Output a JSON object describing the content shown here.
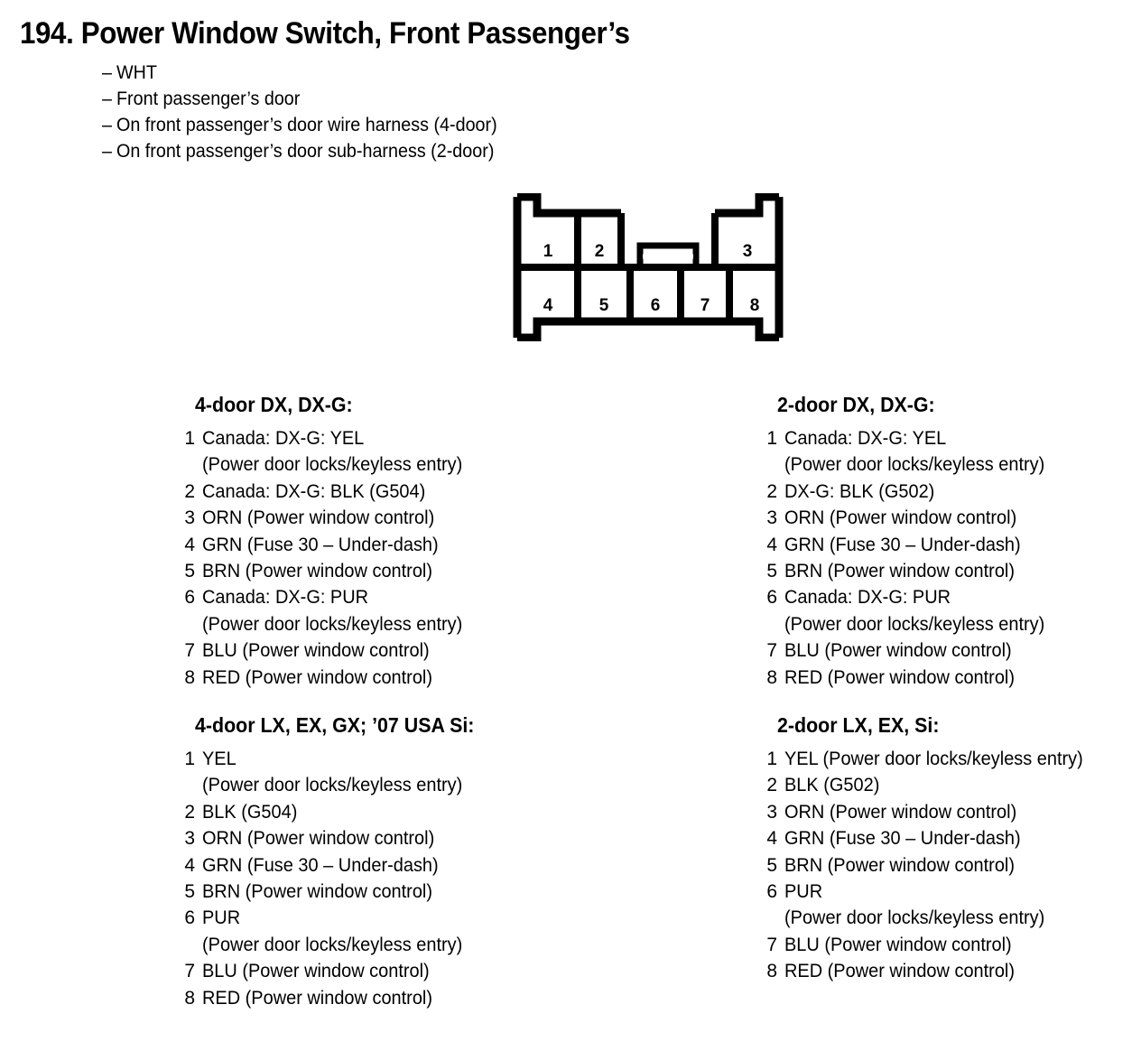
{
  "header": {
    "number": "194.",
    "title": "Power Window Switch, Front Passenger’s",
    "full_title": "194. Power Window Switch, Front Passenger’s",
    "bullets": [
      "WHT",
      "Front passenger’s door",
      "On front passenger’s door wire harness (4-door)",
      "On front passenger’s door sub-harness (2-door)"
    ],
    "bullet_marker": "–"
  },
  "connector": {
    "name": "8-pin-connector-diagram",
    "total_pins": 8,
    "top_row": [
      "1",
      "2",
      "3"
    ],
    "bottom_row": [
      "4",
      "5",
      "6",
      "7",
      "8"
    ],
    "latch_label": "latch-tab",
    "outline_color": "#000000",
    "fill_color": "#ffffff"
  },
  "lists": [
    {
      "id": "4door-dx",
      "heading": "4-door DX, DX-G:",
      "pins": [
        {
          "num": "1",
          "text": "Canada: DX-G: YEL",
          "cont": "(Power door locks/keyless entry)"
        },
        {
          "num": "2",
          "text": "Canada: DX-G: BLK (G504)",
          "cont": ""
        },
        {
          "num": "3",
          "text": "ORN (Power window control)",
          "cont": ""
        },
        {
          "num": "4",
          "text": "GRN (Fuse 30 – Under-dash)",
          "cont": ""
        },
        {
          "num": "5",
          "text": "BRN (Power window control)",
          "cont": ""
        },
        {
          "num": "6",
          "text": "Canada: DX-G: PUR",
          "cont": "(Power door locks/keyless entry)"
        },
        {
          "num": "7",
          "text": "BLU (Power window control)",
          "cont": ""
        },
        {
          "num": "8",
          "text": "RED (Power window control)",
          "cont": ""
        }
      ]
    },
    {
      "id": "2door-dx",
      "heading": "2-door DX, DX-G:",
      "pins": [
        {
          "num": "1",
          "text": "Canada: DX-G: YEL",
          "cont": "(Power door locks/keyless entry)"
        },
        {
          "num": "2",
          "text": "DX-G: BLK (G502)",
          "cont": ""
        },
        {
          "num": "3",
          "text": "ORN (Power window control)",
          "cont": ""
        },
        {
          "num": "4",
          "text": "GRN (Fuse 30 – Under-dash)",
          "cont": ""
        },
        {
          "num": "5",
          "text": "BRN (Power window control)",
          "cont": ""
        },
        {
          "num": "6",
          "text": "Canada: DX-G: PUR",
          "cont": "(Power door locks/keyless entry)"
        },
        {
          "num": "7",
          "text": "BLU (Power window control)",
          "cont": ""
        },
        {
          "num": "8",
          "text": "RED (Power window control)",
          "cont": ""
        }
      ]
    },
    {
      "id": "4door-lx",
      "heading": "4-door LX, EX, GX; ’07 USA Si:",
      "pins": [
        {
          "num": "1",
          "text": "YEL",
          "cont": "(Power door locks/keyless entry)"
        },
        {
          "num": "2",
          "text": "BLK (G504)",
          "cont": ""
        },
        {
          "num": "3",
          "text": "ORN (Power window control)",
          "cont": ""
        },
        {
          "num": "4",
          "text": "GRN (Fuse 30 – Under-dash)",
          "cont": ""
        },
        {
          "num": "5",
          "text": "BRN (Power window control)",
          "cont": ""
        },
        {
          "num": "6",
          "text": "PUR",
          "cont": "(Power door locks/keyless entry)"
        },
        {
          "num": "7",
          "text": "BLU (Power window control)",
          "cont": ""
        },
        {
          "num": "8",
          "text": "RED (Power window control)",
          "cont": ""
        }
      ]
    },
    {
      "id": "2door-lx",
      "heading": "2-door LX, EX, Si:",
      "pins": [
        {
          "num": "1",
          "text": "YEL (Power door locks/keyless entry)",
          "cont": ""
        },
        {
          "num": "2",
          "text": "BLK (G502)",
          "cont": ""
        },
        {
          "num": "3",
          "text": "ORN (Power window control)",
          "cont": ""
        },
        {
          "num": "4",
          "text": "GRN (Fuse 30 – Under-dash)",
          "cont": ""
        },
        {
          "num": "5",
          "text": "BRN (Power window control)",
          "cont": ""
        },
        {
          "num": "6",
          "text": "PUR",
          "cont": "(Power door locks/keyless entry)"
        },
        {
          "num": "7",
          "text": "BLU (Power window control)",
          "cont": ""
        },
        {
          "num": "8",
          "text": "RED (Power window control)",
          "cont": ""
        }
      ]
    }
  ]
}
